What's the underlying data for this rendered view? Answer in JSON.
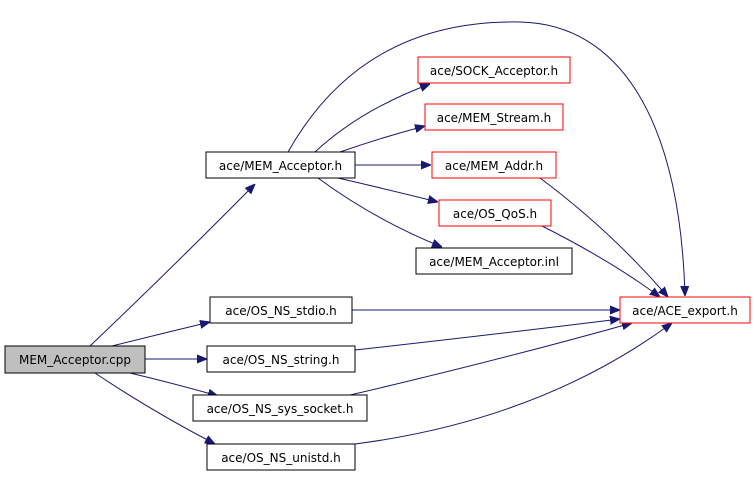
{
  "diagram": {
    "colors": {
      "edge": "#191970",
      "arrowhead": "#191970",
      "node_black_border": "#000000",
      "node_red_border": "#ff0000",
      "root_fill": "#bfbfbf",
      "node_fill": "#ffffff"
    },
    "nodes": {
      "root": "MEM_Acceptor.cpp",
      "mem_acceptor_h": "ace/MEM_Acceptor.h",
      "sock_acceptor": "ace/SOCK_Acceptor.h",
      "mem_stream": "ace/MEM_Stream.h",
      "mem_addr": "ace/MEM_Addr.h",
      "os_qos": "ace/OS_QoS.h",
      "mem_acceptor_inl": "ace/MEM_Acceptor.inl",
      "ace_export": "ace/ACE_export.h",
      "os_ns_stdio": "ace/OS_NS_stdio.h",
      "os_ns_string": "ace/OS_NS_string.h",
      "os_ns_sys_socket": "ace/OS_NS_sys_socket.h",
      "os_ns_unistd": "ace/OS_NS_unistd.h"
    }
  }
}
